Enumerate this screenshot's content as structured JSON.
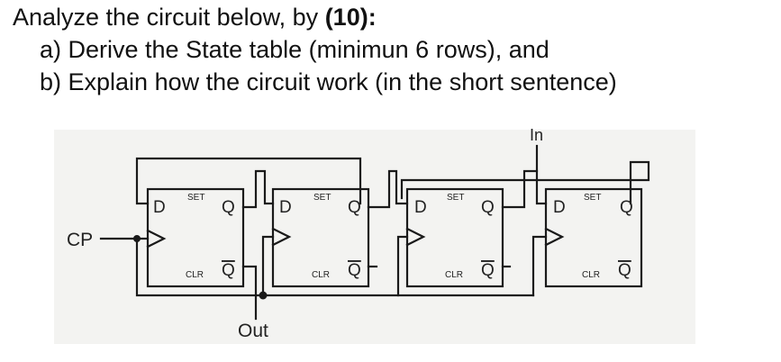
{
  "question": {
    "line1_prefix": "Analyze the circuit below, by ",
    "line1_points": "(10):",
    "line2": "a) Derive the State table (minimun 6 rows), and",
    "line3": "b) Explain how the circuit work (in the short sentence)"
  },
  "circuit": {
    "clock_label": "CP",
    "input_label": "In",
    "output_label": "Out",
    "flip_flops": [
      {
        "d": "D",
        "set": "SET",
        "q": "Q",
        "clr": "CLR",
        "qbar": "Q"
      },
      {
        "d": "D",
        "set": "SET",
        "q": "Q",
        "clr": "CLR",
        "qbar": "Q"
      },
      {
        "d": "D",
        "set": "SET",
        "q": "Q",
        "clr": "CLR",
        "qbar": "Q"
      },
      {
        "d": "D",
        "set": "SET",
        "q": "Q",
        "clr": "CLR",
        "qbar": "Q"
      }
    ]
  },
  "colors": {
    "paper": "#f3f3f1",
    "ink": "#1a1a1a"
  }
}
